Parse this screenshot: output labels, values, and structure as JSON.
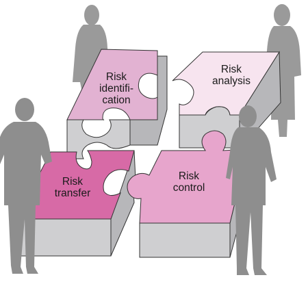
{
  "diagram": {
    "pieces": [
      {
        "id": "identification",
        "lines": [
          "Risk",
          "identifi-",
          "cation"
        ],
        "color": "#e2b2d2"
      },
      {
        "id": "analysis",
        "lines": [
          "Risk",
          "analysis"
        ],
        "color": "#f7e4ef"
      },
      {
        "id": "transfer",
        "lines": [
          "Risk",
          "transfer"
        ],
        "color": "#d76aa6"
      },
      {
        "id": "control",
        "lines": [
          "Risk",
          "control"
        ],
        "color": "#e7a5cc"
      }
    ],
    "colors": {
      "side": "#cfcfd1",
      "side_dark": "#b7b7ba",
      "outline": "#333333",
      "figure": "#8e8e8e"
    }
  }
}
